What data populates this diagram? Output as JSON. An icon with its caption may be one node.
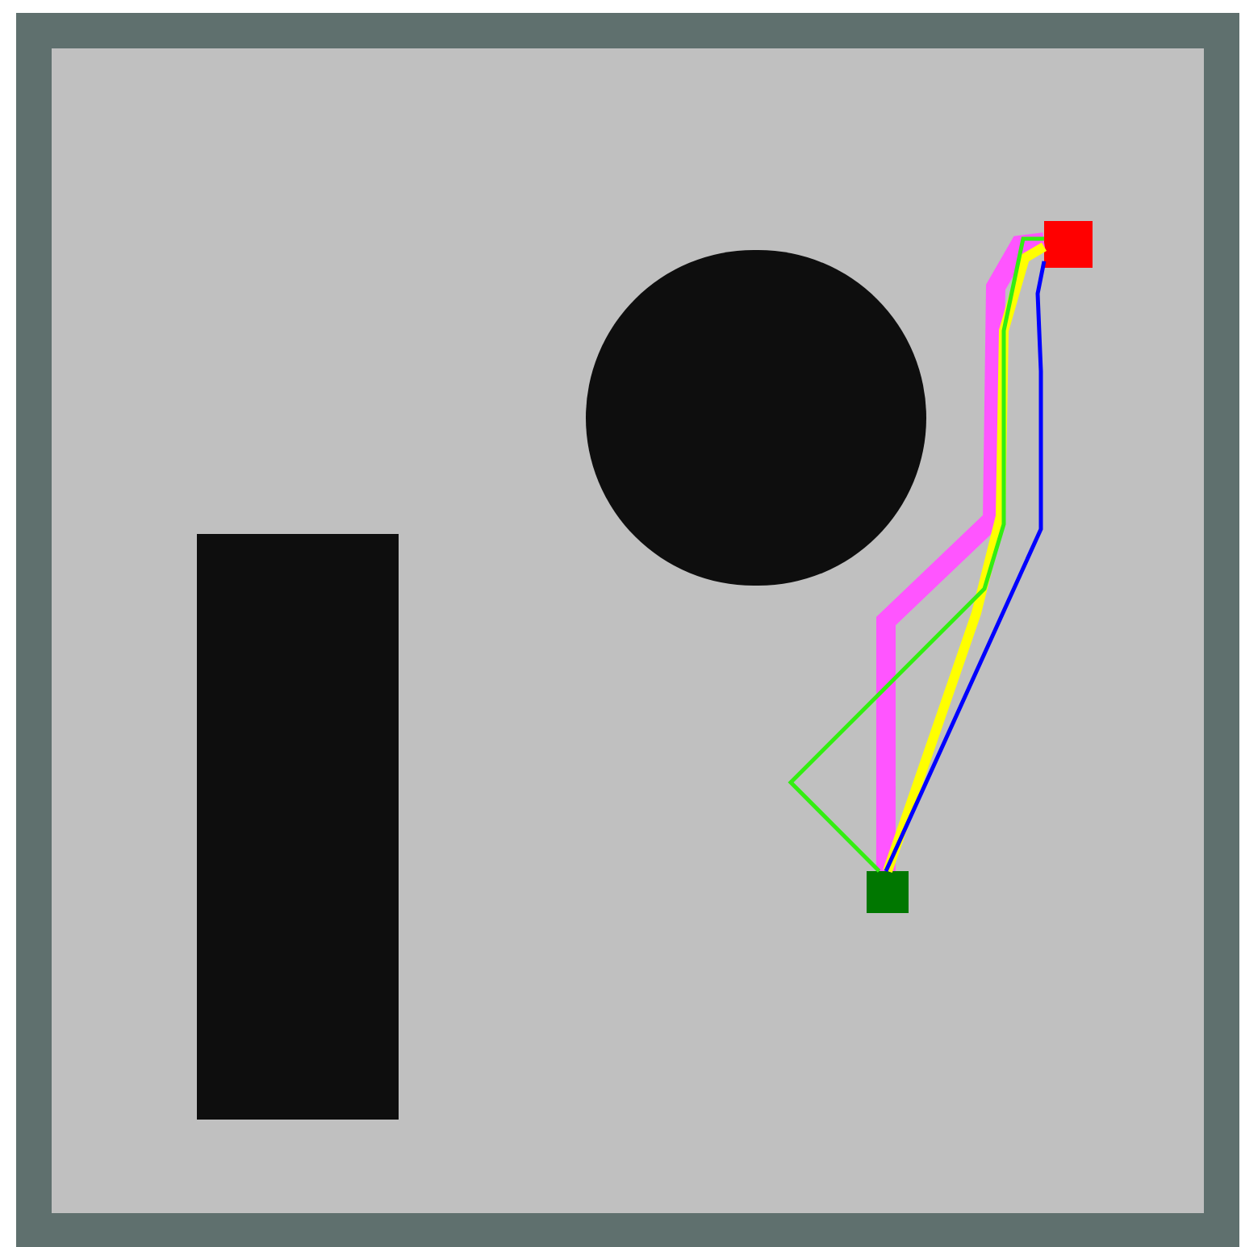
{
  "diagram": {
    "nodes": [
      {
        "text": [],
        "shape": "box"
      },
      {
        "text": [],
        "shape": "box",
        "in": 0
      },
      {
        "text": [],
        "shape": "circle",
        "in": 0
      },
      {
        "text": [],
        "shape": "box",
        "in": 0
      },
      {
        "text": [],
        "shape": "box",
        "in": 0
      }
    ],
    "edges": [
      {
        "from": 4,
        "to": 1,
        "arrow": "none",
        "style": "thick",
        "color": "#ff55ff"
      },
      {
        "from": 4,
        "to": 1,
        "arrow": "none",
        "style": "thick",
        "color": "#ffff00"
      },
      {
        "from": 4,
        "to": 1,
        "arrow": "none",
        "color": "#33ee11"
      },
      {
        "from": 4,
        "to": 1,
        "arrow": "none",
        "color": "#0000ff"
      }
    ]
  }
}
